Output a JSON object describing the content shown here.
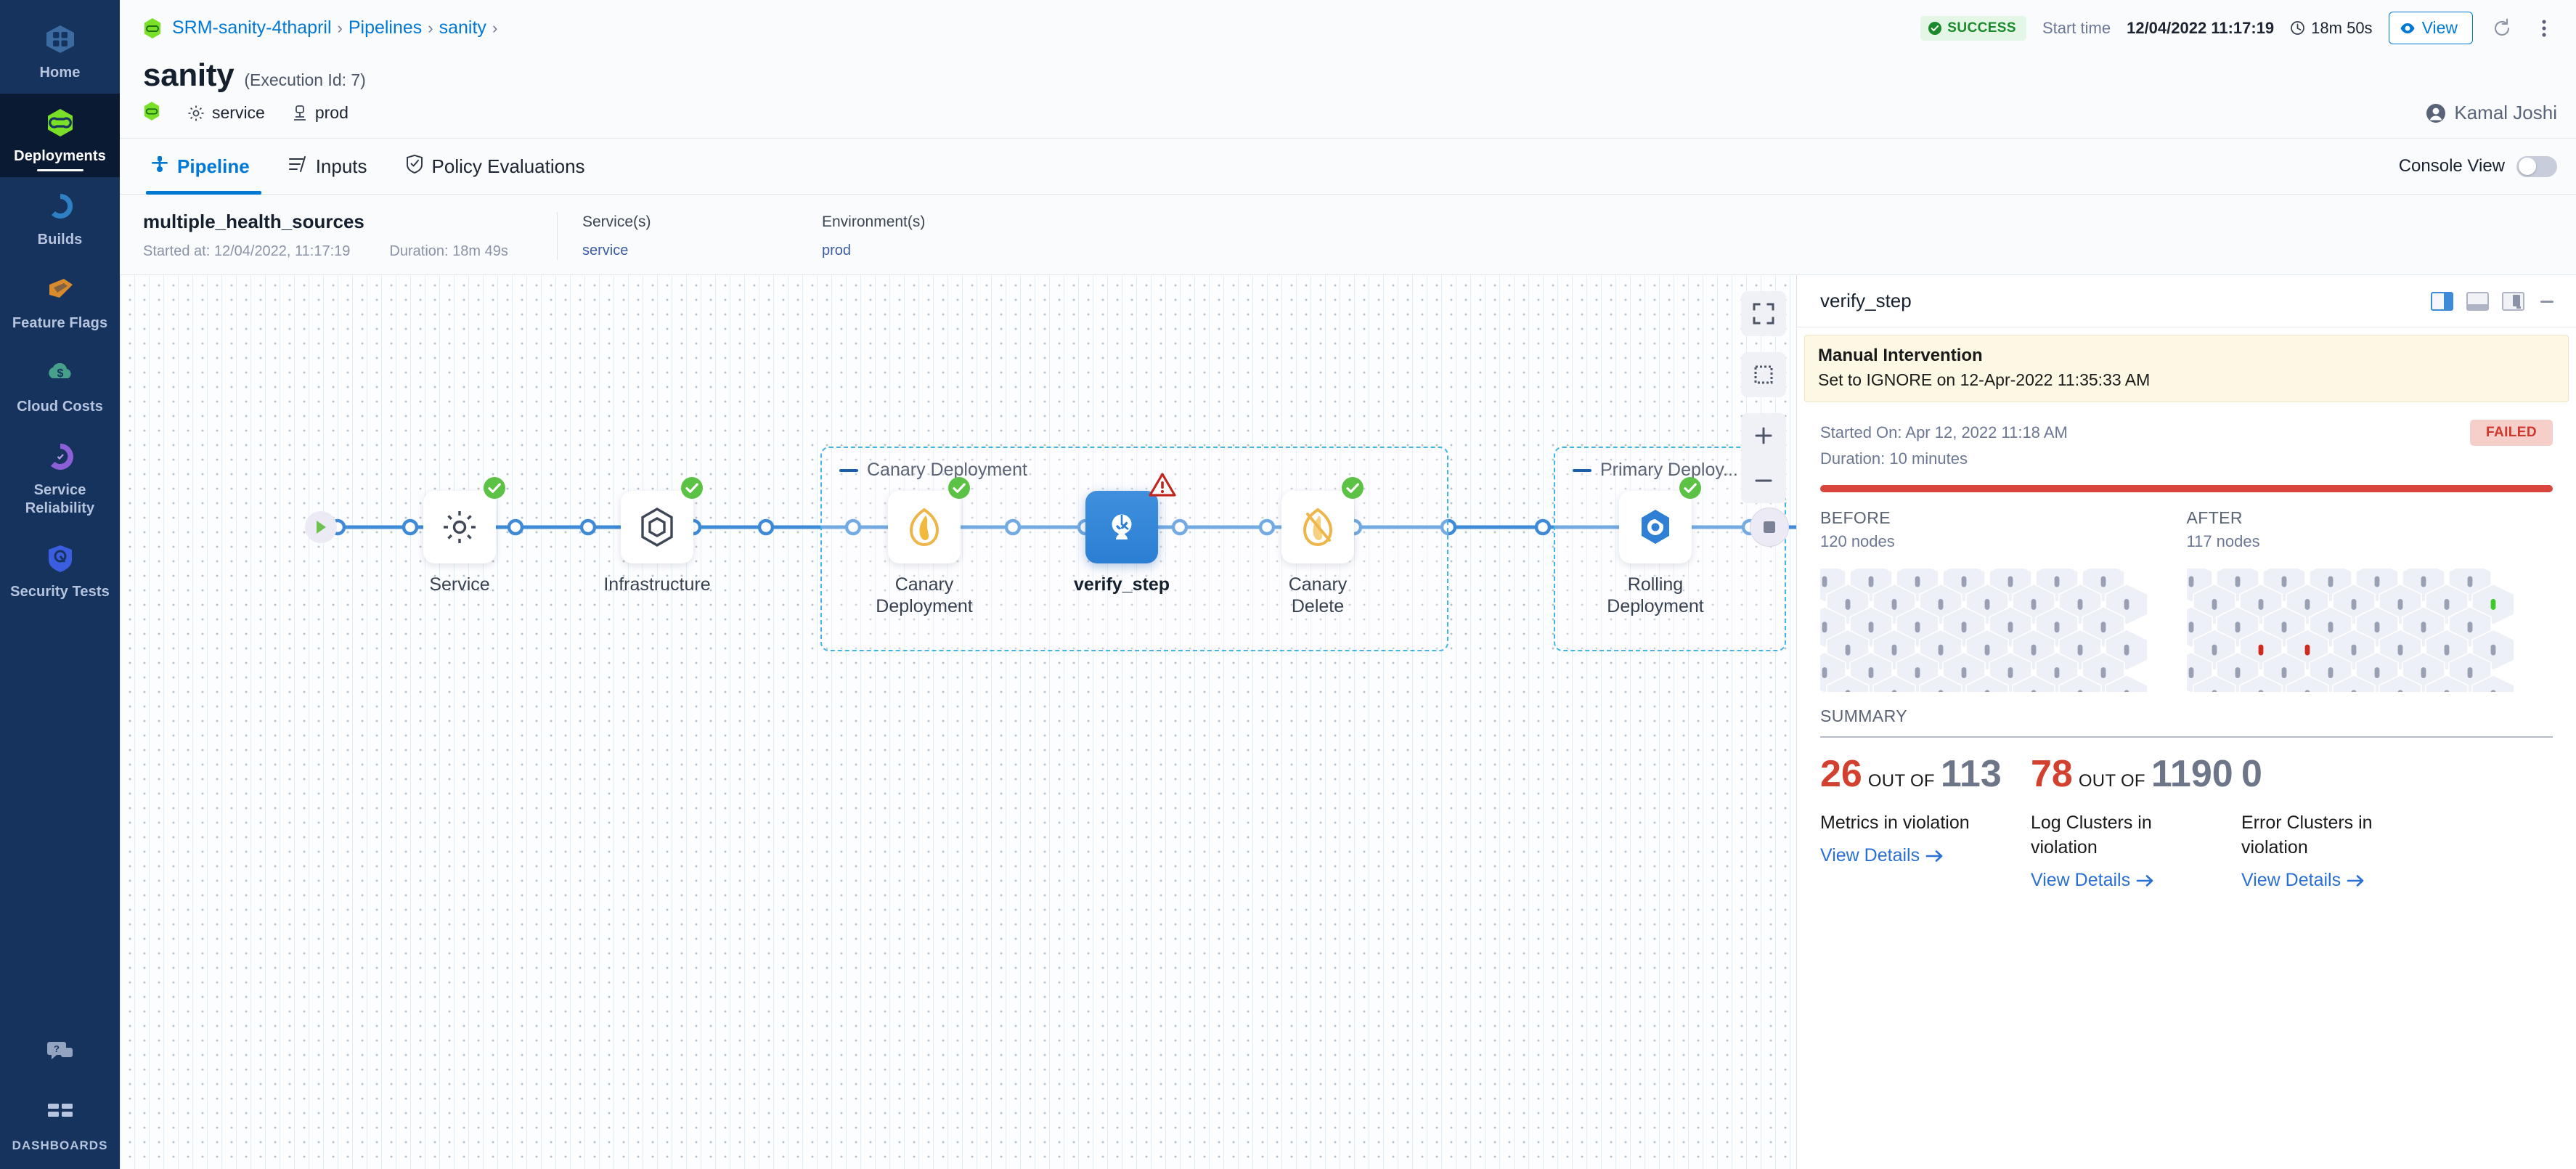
{
  "nav": {
    "items": [
      {
        "label": "Home",
        "icon": "home-icon",
        "active": false
      },
      {
        "label": "Deployments",
        "icon": "deployments-icon",
        "active": true
      },
      {
        "label": "Builds",
        "icon": "builds-icon",
        "active": false
      },
      {
        "label": "Feature Flags",
        "icon": "feature-flags-icon",
        "active": false
      },
      {
        "label": "Cloud Costs",
        "icon": "cloud-costs-icon",
        "active": false
      },
      {
        "label": "Service Reliability",
        "icon": "service-reliability-icon",
        "active": false
      },
      {
        "label": "Security Tests",
        "icon": "security-tests-icon",
        "active": false
      }
    ],
    "help_icon": "chat-help-icon",
    "dashboards_label": "DASHBOARDS",
    "dashboards_icon": "dashboards-icon"
  },
  "header": {
    "breadcrumbs": [
      {
        "label": "SRM-sanity-4thapril"
      },
      {
        "label": "Pipelines"
      },
      {
        "label": "sanity"
      }
    ],
    "separator": "›",
    "status_badge": "SUCCESS",
    "status_color": "#1b8a2c",
    "start_time_label": "Start time",
    "start_time_value": "12/04/2022 11:17:19",
    "duration": "18m 50s",
    "view_button": "View",
    "refresh_icon": "refresh-icon",
    "more_icon": "more-vertical-icon",
    "title": "sanity",
    "execution_id": "(Execution Id: 7)",
    "service_chip": "service",
    "environment_chip": "prod",
    "user_name": "Kamal Joshi"
  },
  "tabs": {
    "items": [
      {
        "label": "Pipeline",
        "icon": "pipeline-icon",
        "active": true
      },
      {
        "label": "Inputs",
        "icon": "inputs-icon",
        "active": false
      },
      {
        "label": "Policy Evaluations",
        "icon": "policy-shield-icon",
        "active": false
      }
    ],
    "console_view_label": "Console View",
    "console_view_on": false
  },
  "stage_strip": {
    "name": "multiple_health_sources",
    "started_at": "Started at: 12/04/2022, 11:17:19",
    "duration": "Duration: 18m 49s",
    "services_header": "Service(s)",
    "services_value": "service",
    "environments_header": "Environment(s)",
    "environments_value": "prod"
  },
  "canvas": {
    "controls": [
      {
        "name": "fit-to-screen-button",
        "icon": "expand-icon"
      },
      {
        "name": "select-area-button",
        "icon": "dashed-square-icon"
      },
      {
        "name": "zoom-in-button",
        "icon": "plus-icon"
      },
      {
        "name": "zoom-out-button",
        "icon": "minus-icon"
      }
    ],
    "groups": [
      {
        "label": "Canary Deployment"
      },
      {
        "label": "Primary Deploy..."
      }
    ],
    "nodes": [
      {
        "label": "Service",
        "icon": "gear-icon",
        "status": "success",
        "selected": false
      },
      {
        "label": "Infrastructure",
        "icon": "hexagon-infra-icon",
        "status": "success",
        "selected": false
      },
      {
        "label": "Canary Deployment",
        "icon": "canary-bird-icon",
        "status": "success",
        "selected": false
      },
      {
        "label": "verify_step",
        "icon": "verify-icon",
        "status": "warning",
        "selected": true
      },
      {
        "label": "Canary Delete",
        "icon": "canary-delete-icon",
        "status": "success",
        "selected": false
      },
      {
        "label": "Rolling Deployment",
        "icon": "rolling-deployment-icon",
        "status": "success",
        "selected": false
      }
    ]
  },
  "panel": {
    "title": "verify_step",
    "layout_icons": [
      {
        "name": "panel-right-icon",
        "active": true
      },
      {
        "name": "panel-bottom-icon",
        "active": false
      },
      {
        "name": "panel-float-icon",
        "active": false
      }
    ],
    "minimize_icon": "minimize-icon",
    "manual_intervention_title": "Manual Intervention",
    "manual_intervention_sub": "Set to IGNORE on 12-Apr-2022 11:35:33 AM",
    "started_on": "Started On: Apr 12, 2022 11:18 AM",
    "duration": "Duration: 10 minutes",
    "status_pill": "FAILED",
    "status_pill_color": "#d0362a",
    "before": {
      "title": "BEFORE",
      "nodes": "120 nodes"
    },
    "after": {
      "title": "AFTER",
      "nodes": "117 nodes"
    },
    "summary_title": "SUMMARY",
    "cards": [
      {
        "value": "26",
        "value_color": "red",
        "out_of_label": "OUT OF",
        "total": "113",
        "total_color": "grey",
        "description": "Metrics in violation",
        "link": "View Details"
      },
      {
        "value": "78",
        "value_color": "red",
        "out_of_label": "OUT OF",
        "total": "1190",
        "total_color": "grey",
        "description": "Log Clusters in violation",
        "link": "View Details"
      },
      {
        "value": "0",
        "value_color": "grey",
        "out_of_label": "OUT OF",
        "total": "",
        "total_color": "grey",
        "description": "Error Clusters in violation",
        "link": "View Details"
      }
    ]
  }
}
